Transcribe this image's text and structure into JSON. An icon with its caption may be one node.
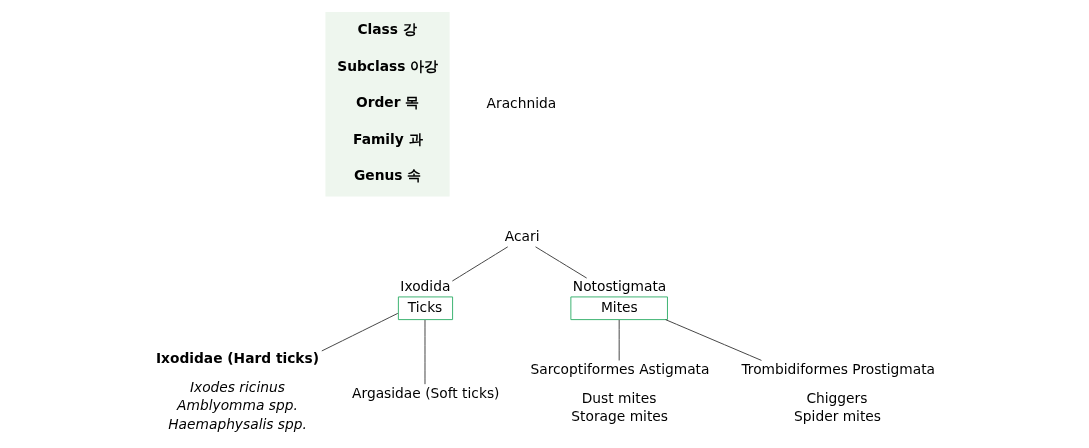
{
  "diagram": {
    "nodes": [
      {
        "text": [
          "Class 강",
          "Subclass 아강",
          "Order 목",
          "Family 과",
          "Genus 속"
        ]
      },
      {
        "text": [
          "Acari"
        ]
      },
      {
        "text": [
          "Ixodida",
          "Ticks"
        ]
      },
      {
        "text": [
          "Notostigmata",
          "Mites"
        ]
      },
      {
        "text": [
          "Ixodidae (Hard ticks)"
        ],
        "beside": [
          "Ixodes ricinus",
          "Amblyomma spp.",
          "Haemaphysalis spp."
        ]
      },
      {
        "text": [
          "Argasidae (Soft ticks)"
        ]
      },
      {
        "text": [
          "Sarcoptiformes Astigmata"
        ],
        "beside": [
          "Dust mites",
          "Storage mites"
        ]
      },
      {
        "text": [
          "Trombidiformes Prostigmata"
        ],
        "beside": [
          "Chiggers",
          "Spider mites"
        ]
      }
    ],
    "edges": [
      {
        "from": 1,
        "to": 2,
        "arrow": "none"
      },
      {
        "from": 1,
        "to": 3,
        "arrow": "none"
      },
      {
        "from": 2,
        "to": 4,
        "arrow": "none"
      },
      {
        "from": 2,
        "to": 5,
        "arrow": "none"
      },
      {
        "from": 3,
        "to": 6,
        "arrow": "none"
      },
      {
        "from": 3,
        "to": 7,
        "arrow": "none"
      }
    ],
    "labels": [
      "Arachnida"
    ]
  }
}
